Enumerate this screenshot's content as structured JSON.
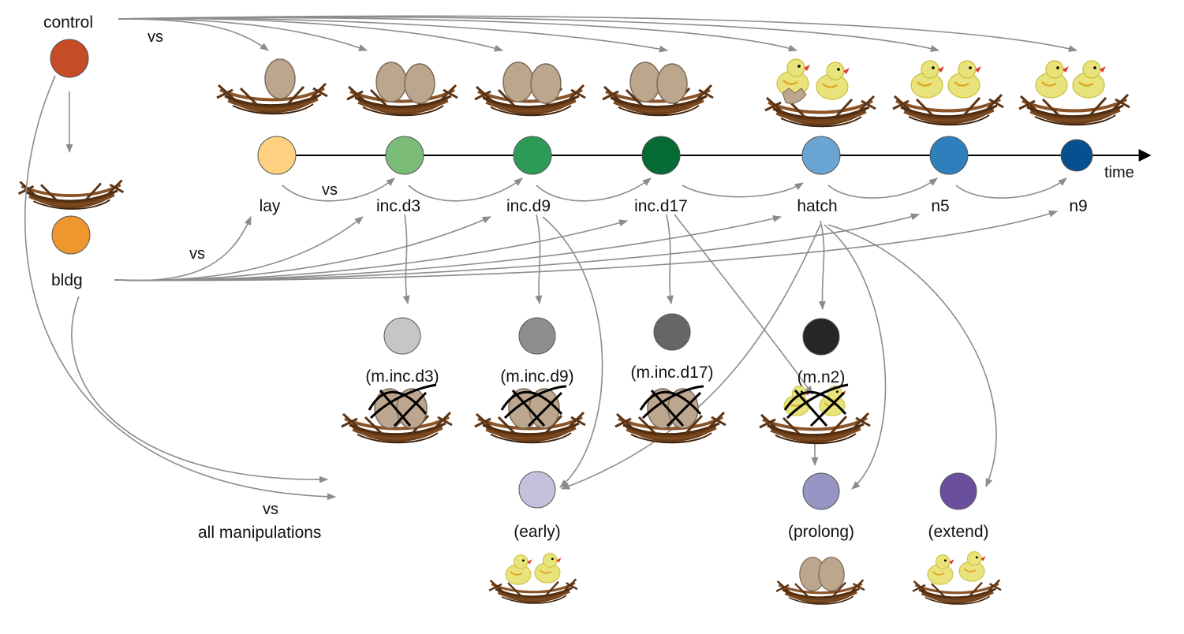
{
  "labels": {
    "control": "control",
    "bldg": "bldg",
    "vs_top": "vs",
    "vs_bldg": "vs",
    "vs_lay": "vs",
    "vs_bottom": "vs",
    "all_manipulations": "all manipulations",
    "time": "time"
  },
  "timeline": [
    {
      "id": "lay",
      "label": "lay",
      "color": "#fed080",
      "nest": "egg1"
    },
    {
      "id": "inc.d3",
      "label": "inc.d3",
      "color": "#7bbc78",
      "nest": "egg2"
    },
    {
      "id": "inc.d9",
      "label": "inc.d9",
      "color": "#2e9a58",
      "nest": "egg2"
    },
    {
      "id": "inc.d17",
      "label": "inc.d17",
      "color": "#056a34",
      "nest": "egg2"
    },
    {
      "id": "hatch",
      "label": "hatch",
      "color": "#6aa4d2",
      "nest": "hatching"
    },
    {
      "id": "n5",
      "label": "n5",
      "color": "#2f7fbd",
      "nest": "chicks"
    },
    {
      "id": "n9",
      "label": "n9",
      "color": "#07508f",
      "nest": "chicks"
    }
  ],
  "manipulations": [
    {
      "id": "m.inc.d3",
      "label": "(m.inc.d3)",
      "color": "#c6c6c6"
    },
    {
      "id": "m.inc.d9",
      "label": "(m.inc.d9)",
      "color": "#8e8e8e"
    },
    {
      "id": "m.inc.d17",
      "label": "(m.inc.d17)",
      "color": "#666666"
    },
    {
      "id": "m.n2",
      "label": "(m.n2)",
      "color": "#262626"
    }
  ],
  "outcomes": [
    {
      "id": "early",
      "label": "(early)",
      "color": "#c3c1dc"
    },
    {
      "id": "prolong",
      "label": "(prolong)",
      "color": "#9795c3"
    },
    {
      "id": "extend",
      "label": "(extend)",
      "color": "#6a4f9e"
    }
  ],
  "controls": [
    {
      "id": "control",
      "color": "#c64b27"
    },
    {
      "id": "bldg",
      "color": "#f0962e"
    }
  ],
  "colors": {
    "arrow": "#8c8c8c",
    "axis": "#000000",
    "nest": "#6b3e1a",
    "egg": "#bca78e",
    "chick": "#e8e37a"
  }
}
